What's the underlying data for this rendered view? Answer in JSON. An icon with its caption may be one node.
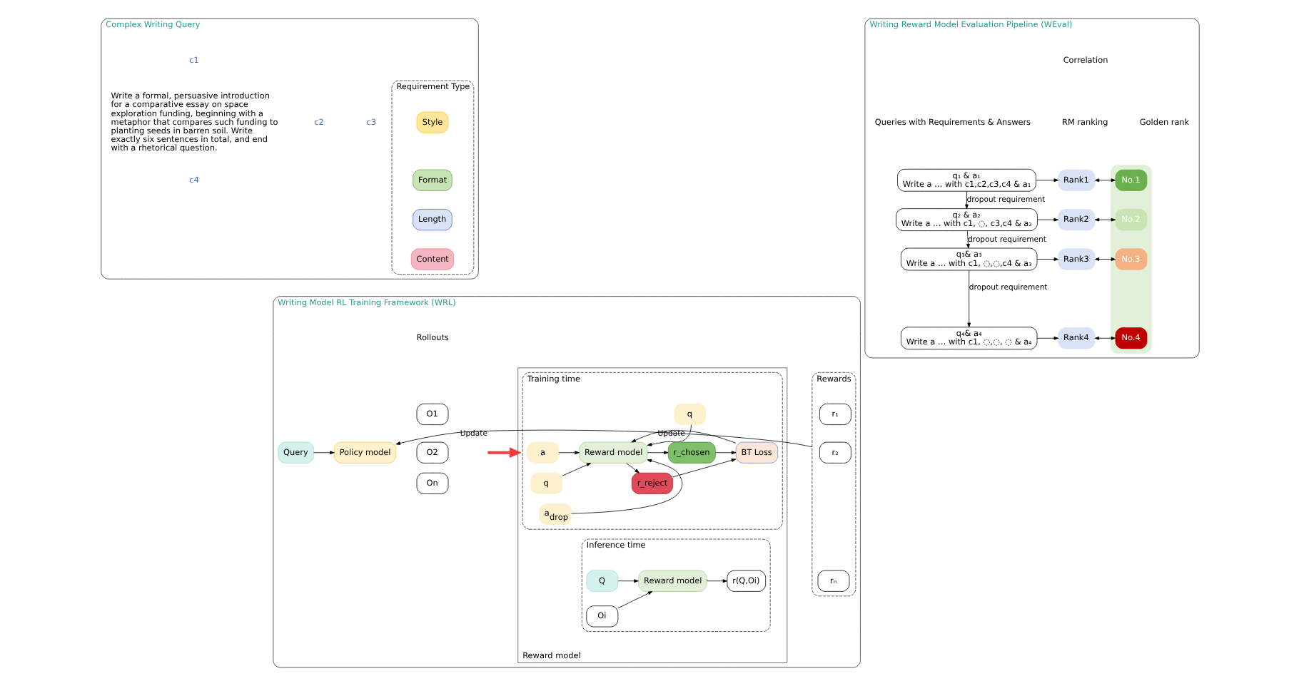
{
  "diagram": {
    "nodes": [
      {
        "text": [
          "Complex Writing Query"
        ]
      },
      {
        "text": [
          "Write a formal, persuasive introduction for a comparative essay on space exploration funding, beginning with a metaphor that compares such funding to planting seeds in barren soil. Write exactly six sentences in total, and end with a rhetorical question."
        ],
        "in": 0
      },
      {
        "text": [
          "Requirement Type"
        ],
        "in": 0
      },
      {
        "text": [
          "Style"
        ],
        "in": 2
      },
      {
        "text": [
          "Format"
        ],
        "in": 2
      },
      {
        "text": [
          "Length"
        ],
        "in": 2
      },
      {
        "text": [
          "Content"
        ],
        "in": 2
      },
      {
        "text": [
          "Writing Reward Model Evaluation Pipeline (WEval)"
        ]
      },
      {
        "text": [
          "q₁ & a₁",
          "Write a … with c1,c2,c3,c4 & a₁"
        ],
        "in": 7
      },
      {
        "text": [
          "q₂ & a₂",
          "Write a … with c1, ◌, c3,c4 & a₂"
        ],
        "in": 7
      },
      {
        "text": [
          "q₃& a₃",
          "Write a … with c1, ◌,◌,c4 & a₃"
        ],
        "in": 7
      },
      {
        "text": [
          "q₄& a₄",
          "Write a … with c1, ◌,◌, ◌ & a₄"
        ],
        "in": 7
      },
      {
        "text": [
          "Rank1"
        ],
        "in": 7
      },
      {
        "text": [
          "Rank2"
        ],
        "in": 7
      },
      {
        "text": [
          "Rank3"
        ],
        "in": 7
      },
      {
        "text": [
          "Rank4"
        ],
        "in": 7
      },
      {
        "text": [],
        "shape": "box",
        "in": 7
      },
      {
        "text": [
          "No.1"
        ],
        "in": 16
      },
      {
        "text": [
          "No.2"
        ],
        "in": 16
      },
      {
        "text": [
          "No.3"
        ],
        "in": 16
      },
      {
        "text": [
          "No.4"
        ],
        "in": 16
      },
      {
        "text": [
          "Writing Model RL Training Framework (WRL)"
        ]
      },
      {
        "text": [
          "Query"
        ],
        "in": 21
      },
      {
        "text": [
          "Policy model"
        ],
        "in": 21
      },
      {
        "text": [
          "O1"
        ],
        "in": 21
      },
      {
        "text": [
          "O2"
        ],
        "in": 21
      },
      {
        "text": [
          "On"
        ],
        "in": 21
      },
      {
        "text": [
          "Reward model"
        ],
        "in": 21
      },
      {
        "text": [
          "Training time"
        ],
        "in": 27
      },
      {
        "text": [
          "q"
        ],
        "in": 28
      },
      {
        "text": [
          "a"
        ],
        "in": 28
      },
      {
        "text": [
          "q"
        ],
        "in": 28
      },
      {
        "text": [
          "a$_{drop}$"
        ],
        "in": 28
      },
      {
        "text": [
          "Reward model"
        ],
        "in": 28
      },
      {
        "text": [
          "r_chosen"
        ],
        "in": 28
      },
      {
        "text": [
          "r_reject"
        ],
        "in": 28
      },
      {
        "text": [
          "BT Loss"
        ],
        "in": 28
      },
      {
        "text": [
          "Inference time"
        ],
        "in": 27
      },
      {
        "text": [
          "Q"
        ],
        "in": 37
      },
      {
        "text": [
          "Oi"
        ],
        "in": 37
      },
      {
        "text": [
          "Reward model"
        ],
        "in": 37
      },
      {
        "text": [
          "r(Q,Oi)"
        ],
        "in": 37
      },
      {
        "text": [
          "Rewards"
        ],
        "in": 21
      },
      {
        "text": [
          "r₁"
        ],
        "in": 42
      },
      {
        "text": [
          "r₂"
        ],
        "in": 42
      },
      {
        "text": [
          "rₙ"
        ],
        "in": 42
      }
    ],
    "edges": [
      {
        "from": 8,
        "to": 12,
        "arrow": "to"
      },
      {
        "from": 9,
        "to": 13,
        "arrow": "to"
      },
      {
        "from": 10,
        "to": 14,
        "arrow": "to"
      },
      {
        "from": 11,
        "to": 15,
        "arrow": "to"
      },
      {
        "from": 12,
        "to": 17,
        "arrow": "both"
      },
      {
        "from": 13,
        "to": 18,
        "arrow": "both"
      },
      {
        "from": 14,
        "to": 19,
        "arrow": "both"
      },
      {
        "from": 15,
        "to": 20,
        "arrow": "both"
      },
      {
        "from": 8,
        "to": 9,
        "arrow": "to",
        "label": "dropout requirement"
      },
      {
        "from": 9,
        "to": 10,
        "arrow": "to",
        "label": "dropout requirement"
      },
      {
        "from": 10,
        "to": 11,
        "arrow": "to",
        "label": "dropout requirement"
      },
      {
        "from": 22,
        "to": 23,
        "arrow": "to"
      },
      {
        "from": null,
        "to": 27,
        "arrow": "to",
        "style": "thick",
        "color": "#f03c3c"
      },
      {
        "from": 29,
        "to": 33,
        "arrow": "to"
      },
      {
        "from": 30,
        "to": 33,
        "arrow": "to"
      },
      {
        "from": 31,
        "to": 33,
        "arrow": "to"
      },
      {
        "from": 32,
        "to": 33,
        "arrow": "to"
      },
      {
        "from": 33,
        "to": 34,
        "arrow": "to"
      },
      {
        "from": 33,
        "to": 35,
        "arrow": "to"
      },
      {
        "from": 34,
        "to": 36,
        "arrow": "to"
      },
      {
        "from": 35,
        "to": 36,
        "arrow": "to"
      },
      {
        "from": 36,
        "to": 33,
        "arrow": "to",
        "label": "Update"
      },
      {
        "from": 38,
        "to": 40,
        "arrow": "to"
      },
      {
        "from": 39,
        "to": 40,
        "arrow": "to"
      },
      {
        "from": 40,
        "to": 41,
        "arrow": "to"
      },
      {
        "from": 42,
        "to": 23,
        "arrow": "to",
        "label": "Update"
      }
    ],
    "labels": [
      "c1",
      "c2",
      "c3",
      "c4",
      "Correlation",
      "Queries with Requirements & Answers",
      "RM ranking",
      "Golden rank",
      "Rollouts"
    ]
  }
}
